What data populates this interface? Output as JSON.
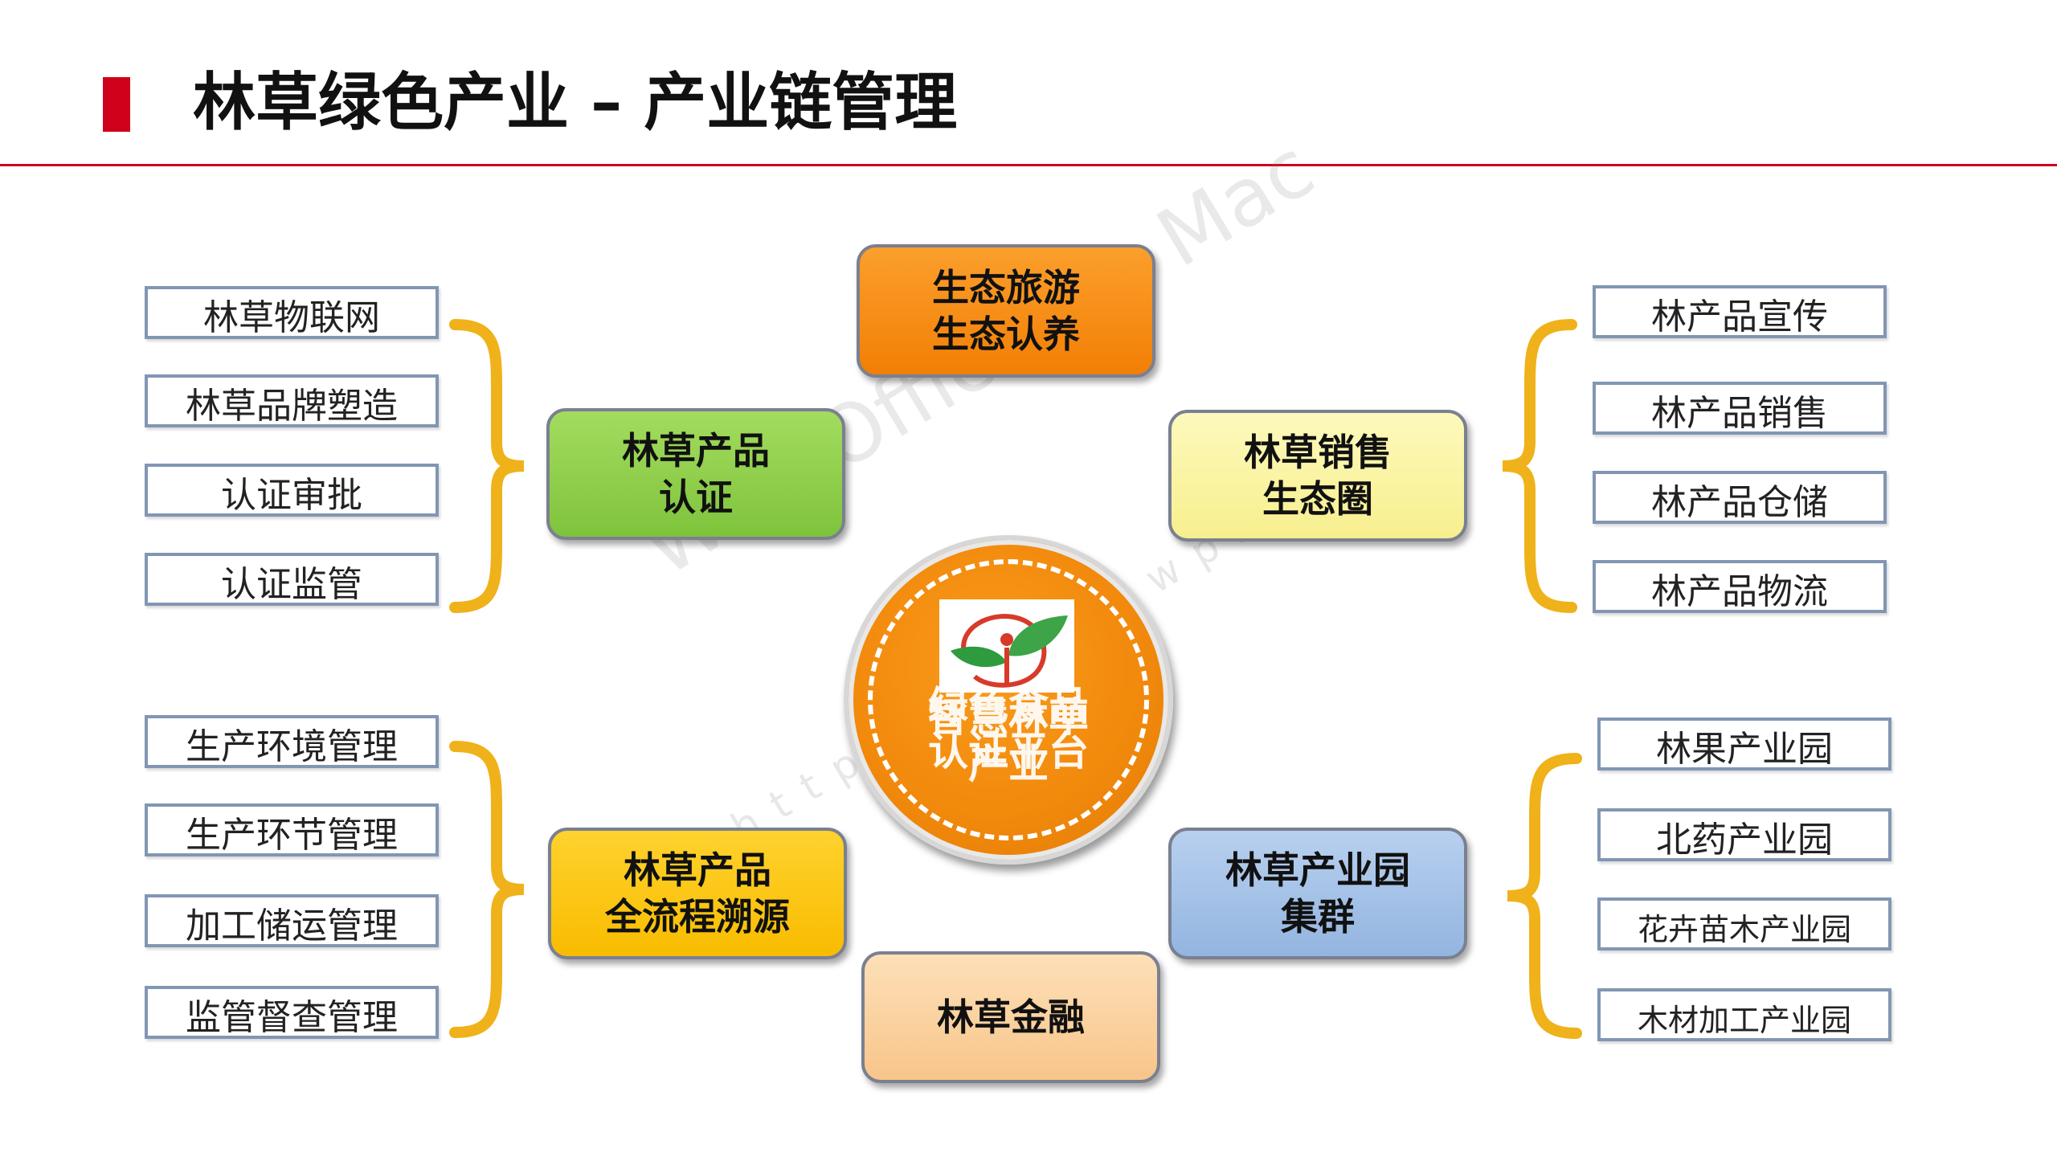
{
  "title": "林草绿色产业 – 产业链管理",
  "center": {
    "line1": "绿色食品",
    "line2": "智慧林草",
    "line3": "认证平台",
    "line4": "产业"
  },
  "nodes": {
    "top": "生态旅游\n生态认养",
    "upper_left": "林草产品\n认证",
    "upper_right": "林草销售\n生态圈",
    "lower_left": "林草产品\n全流程溯源",
    "lower_right": "林草产业园\n集群",
    "bottom": "林草金融"
  },
  "lists": {
    "upper_left": [
      "林草物联网",
      "林草品牌塑造",
      "认证审批",
      "认证监管"
    ],
    "lower_left": [
      "生产环境管理",
      "生产环节管理",
      "加工储运管理",
      "监管督查管理"
    ],
    "upper_right": [
      "林产品宣传",
      "林产品销售",
      "林产品仓储",
      "林产品物流"
    ],
    "lower_right": [
      "林果产业园",
      "北药产业园",
      "花卉苗木产业园",
      "木材加工产业园"
    ]
  },
  "watermark": {
    "main": "WPS Office for Mac",
    "url": "https://www.wps.cn/"
  },
  "colors": {
    "accent_red": "#d0021b",
    "node_top": "#f7941d",
    "node_upper_left": "#8dcf4a",
    "node_upper_right": "#fbf5a4",
    "node_lower_left": "#ffc80a",
    "node_lower_right": "#a6c3e8",
    "node_bottom": "#fcd3a0",
    "brace": "#f0b21a",
    "hub": "#f28a0c"
  }
}
